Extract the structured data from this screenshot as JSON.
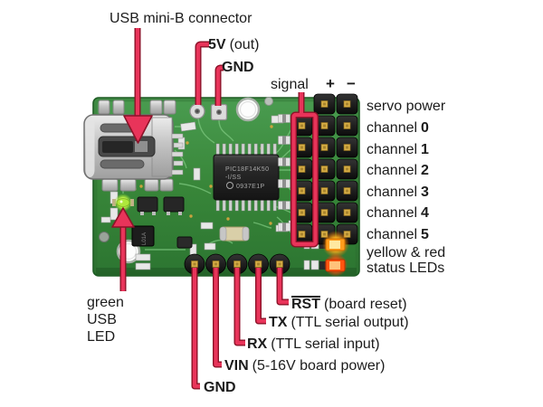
{
  "top_labels": {
    "usb": "USB mini-B connector",
    "v5_name": "5V",
    "v5_desc": "(out)",
    "gnd": "GND"
  },
  "header": {
    "signal": "signal",
    "plus": "+",
    "minus": "−"
  },
  "right_labels": {
    "servo_power": "servo power",
    "channels": [
      {
        "prefix": "channel",
        "num": "0"
      },
      {
        "prefix": "channel",
        "num": "1"
      },
      {
        "prefix": "channel",
        "num": "2"
      },
      {
        "prefix": "channel",
        "num": "3"
      },
      {
        "prefix": "channel",
        "num": "4"
      },
      {
        "prefix": "channel",
        "num": "5"
      }
    ],
    "status_line1": "yellow & red",
    "status_line2": "status LEDs"
  },
  "left_label": {
    "line1": "green",
    "line2": "USB",
    "line3": "LED"
  },
  "bottom_labels": {
    "rst_name": "RST",
    "rst_desc": "(board reset)",
    "tx_name": "TX",
    "tx_desc": "(TTL serial output)",
    "rx_name": "RX",
    "rx_desc": "(TTL serial input)",
    "vin_name": "VIN",
    "vin_desc": "(5-16V board power)",
    "gnd": "GND"
  },
  "board_text": {
    "chip_line1": "PIC18F14K50",
    "chip_line2": "-I/SS",
    "chip_line3": "0937E1P",
    "reg_marking": "L01A"
  },
  "colors": {
    "arrow": "#e8345a",
    "arrow_outline": "#8c1228",
    "board_green": "#3f8f45",
    "led_yellow": "#ffac1f",
    "led_red": "#ff4a10",
    "led_green": "#b2ec3e",
    "text": "#1c1c1c"
  }
}
